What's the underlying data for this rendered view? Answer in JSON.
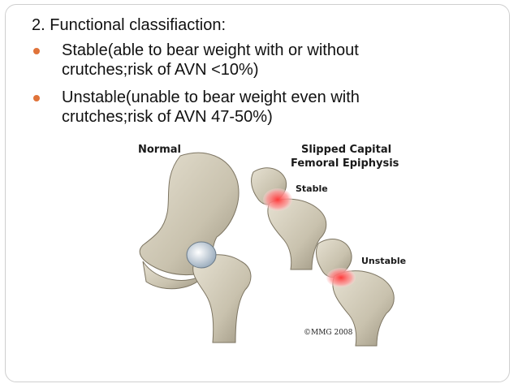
{
  "slide": {
    "heading": "2. Functional classifiaction:",
    "bullets": [
      {
        "text": "Stable(able to bear weight with or without crutches;risk of AVN <10%)"
      },
      {
        "text": "Unstable(unable to bear weight even with crutches;risk of AVN 47-50%)"
      }
    ],
    "colors": {
      "bullet": "#e0733a",
      "frame": "#cfcfcf"
    }
  },
  "figure": {
    "label_normal": "Normal",
    "label_title_line1": "Slipped Capital",
    "label_title_line2": "Femoral Epiphysis",
    "label_stable": "Stable",
    "label_unstable": "Unstable",
    "copyright": "©MMG 2008"
  }
}
